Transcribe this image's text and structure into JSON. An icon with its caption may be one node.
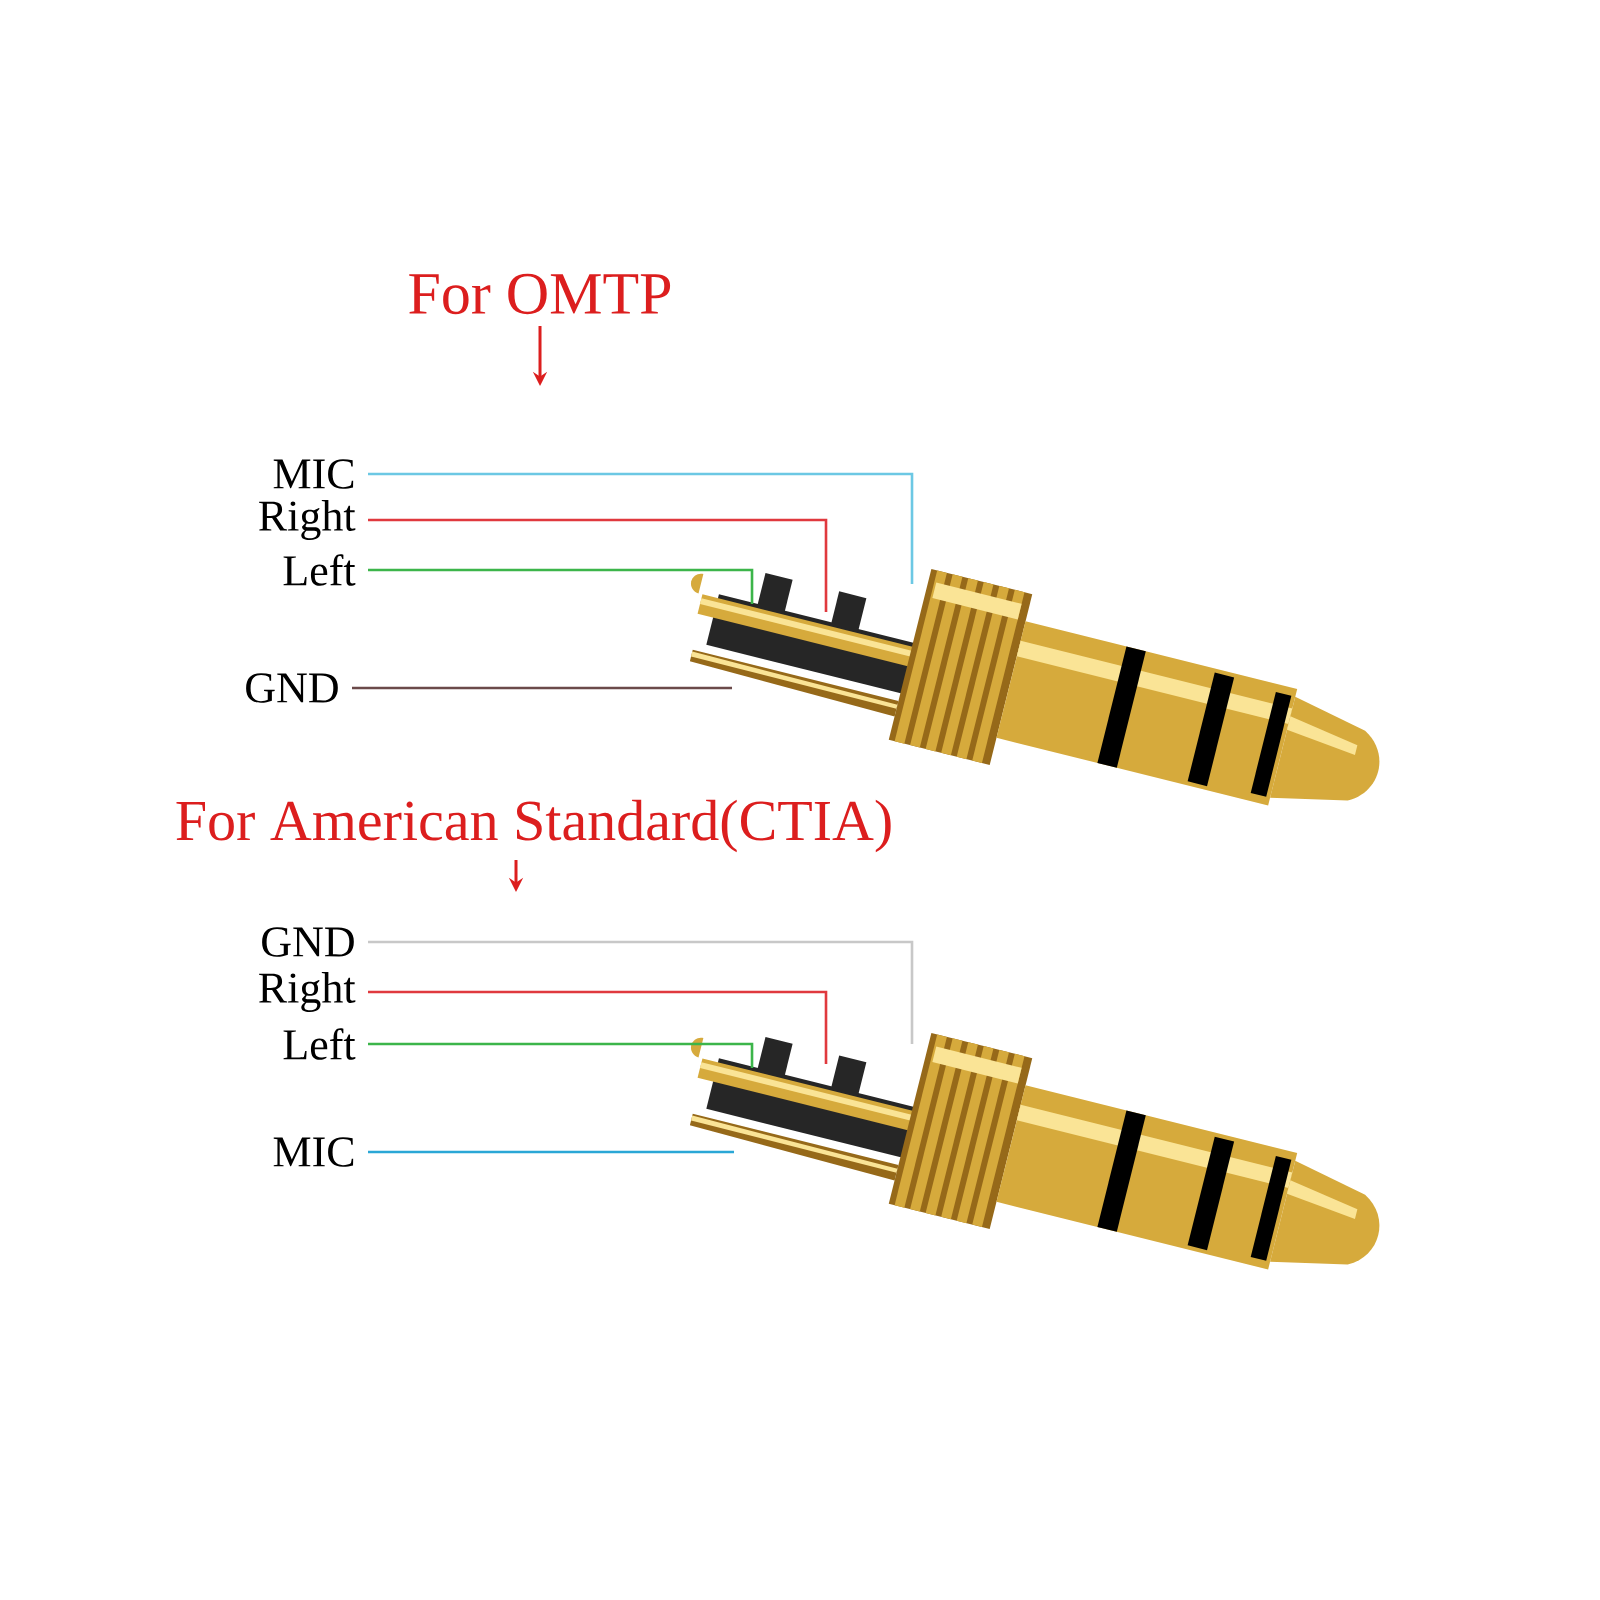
{
  "diagram": {
    "nodes": [
      {
        "text": [
          "MIC"
        ]
      },
      {
        "text": [
          "Right"
        ]
      },
      {
        "text": [
          "Left"
        ]
      },
      {
        "text": [
          "GND"
        ]
      },
      {
        "text": [
          "GND"
        ]
      },
      {
        "text": [
          "Right"
        ]
      },
      {
        "text": [
          "Left"
        ]
      },
      {
        "text": [
          "MIC"
        ]
      }
    ],
    "edges": [
      {
        "from": 0,
        "to": null,
        "arrow": "none",
        "color": "#6cc8e4"
      },
      {
        "from": 1,
        "to": null,
        "arrow": "none",
        "color": "#e0393e"
      },
      {
        "from": 2,
        "to": null,
        "arrow": "none",
        "color": "#3cb54a"
      },
      {
        "from": 3,
        "to": null,
        "arrow": "none",
        "color": "#6b4a4a"
      },
      {
        "from": 4,
        "to": null,
        "arrow": "none",
        "color": "#c8c8c8"
      },
      {
        "from": 5,
        "to": null,
        "arrow": "none",
        "color": "#e0393e"
      },
      {
        "from": 6,
        "to": null,
        "arrow": "none",
        "color": "#3cb54a"
      },
      {
        "from": 7,
        "to": null,
        "arrow": "none",
        "color": "#2aa7d6"
      }
    ],
    "labels": [
      "For OMTP",
      "For American Standard(CTIA)"
    ]
  }
}
